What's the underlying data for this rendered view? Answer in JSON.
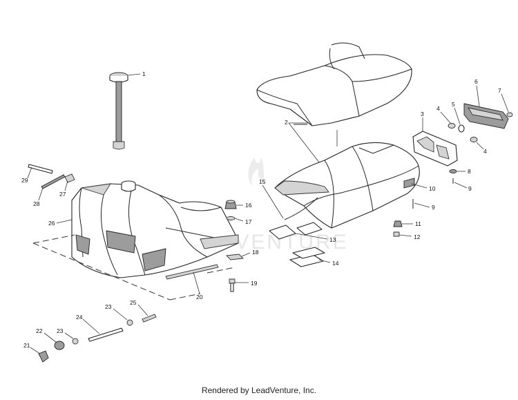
{
  "diagram": {
    "watermark": "LEADVENTURE",
    "footer": "Rendered by LeadVenture, Inc.",
    "callouts": {
      "c1": "1",
      "c2": "2",
      "c3": "3",
      "c4a": "4",
      "c4b": "4",
      "c5": "5",
      "c6": "6",
      "c7": "7",
      "c8": "8",
      "c9a": "9",
      "c9b": "9",
      "c10": "10",
      "c11": "11",
      "c12": "12",
      "c13": "13",
      "c14": "14",
      "c15": "15",
      "c16": "16",
      "c17": "17",
      "c18": "18",
      "c19": "19",
      "c20": "20",
      "c21": "21",
      "c22": "22",
      "c23a": "23",
      "c23b": "23",
      "c24": "24",
      "c25": "25",
      "c26": "26",
      "c27": "27",
      "c28": "28",
      "c29": "29"
    }
  }
}
